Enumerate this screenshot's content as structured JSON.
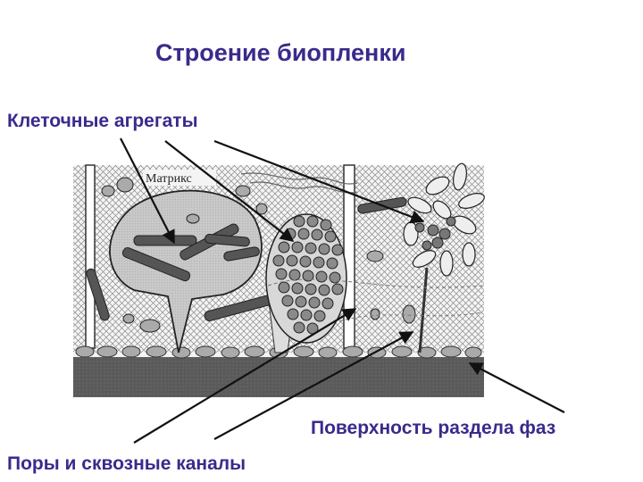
{
  "title": "Строение биопленки",
  "labels": {
    "cell_aggregates": "Клеточные агрегаты",
    "phase_interface": "Поверхность раздела фаз",
    "pores_channels": "Поры и сквозные каналы"
  },
  "figure": {
    "matrix_label": "Матрикс"
  },
  "colors": {
    "label_text": "#3a2a8c",
    "outline": "#111111",
    "substrate": "#555555",
    "cells": "#888888"
  }
}
